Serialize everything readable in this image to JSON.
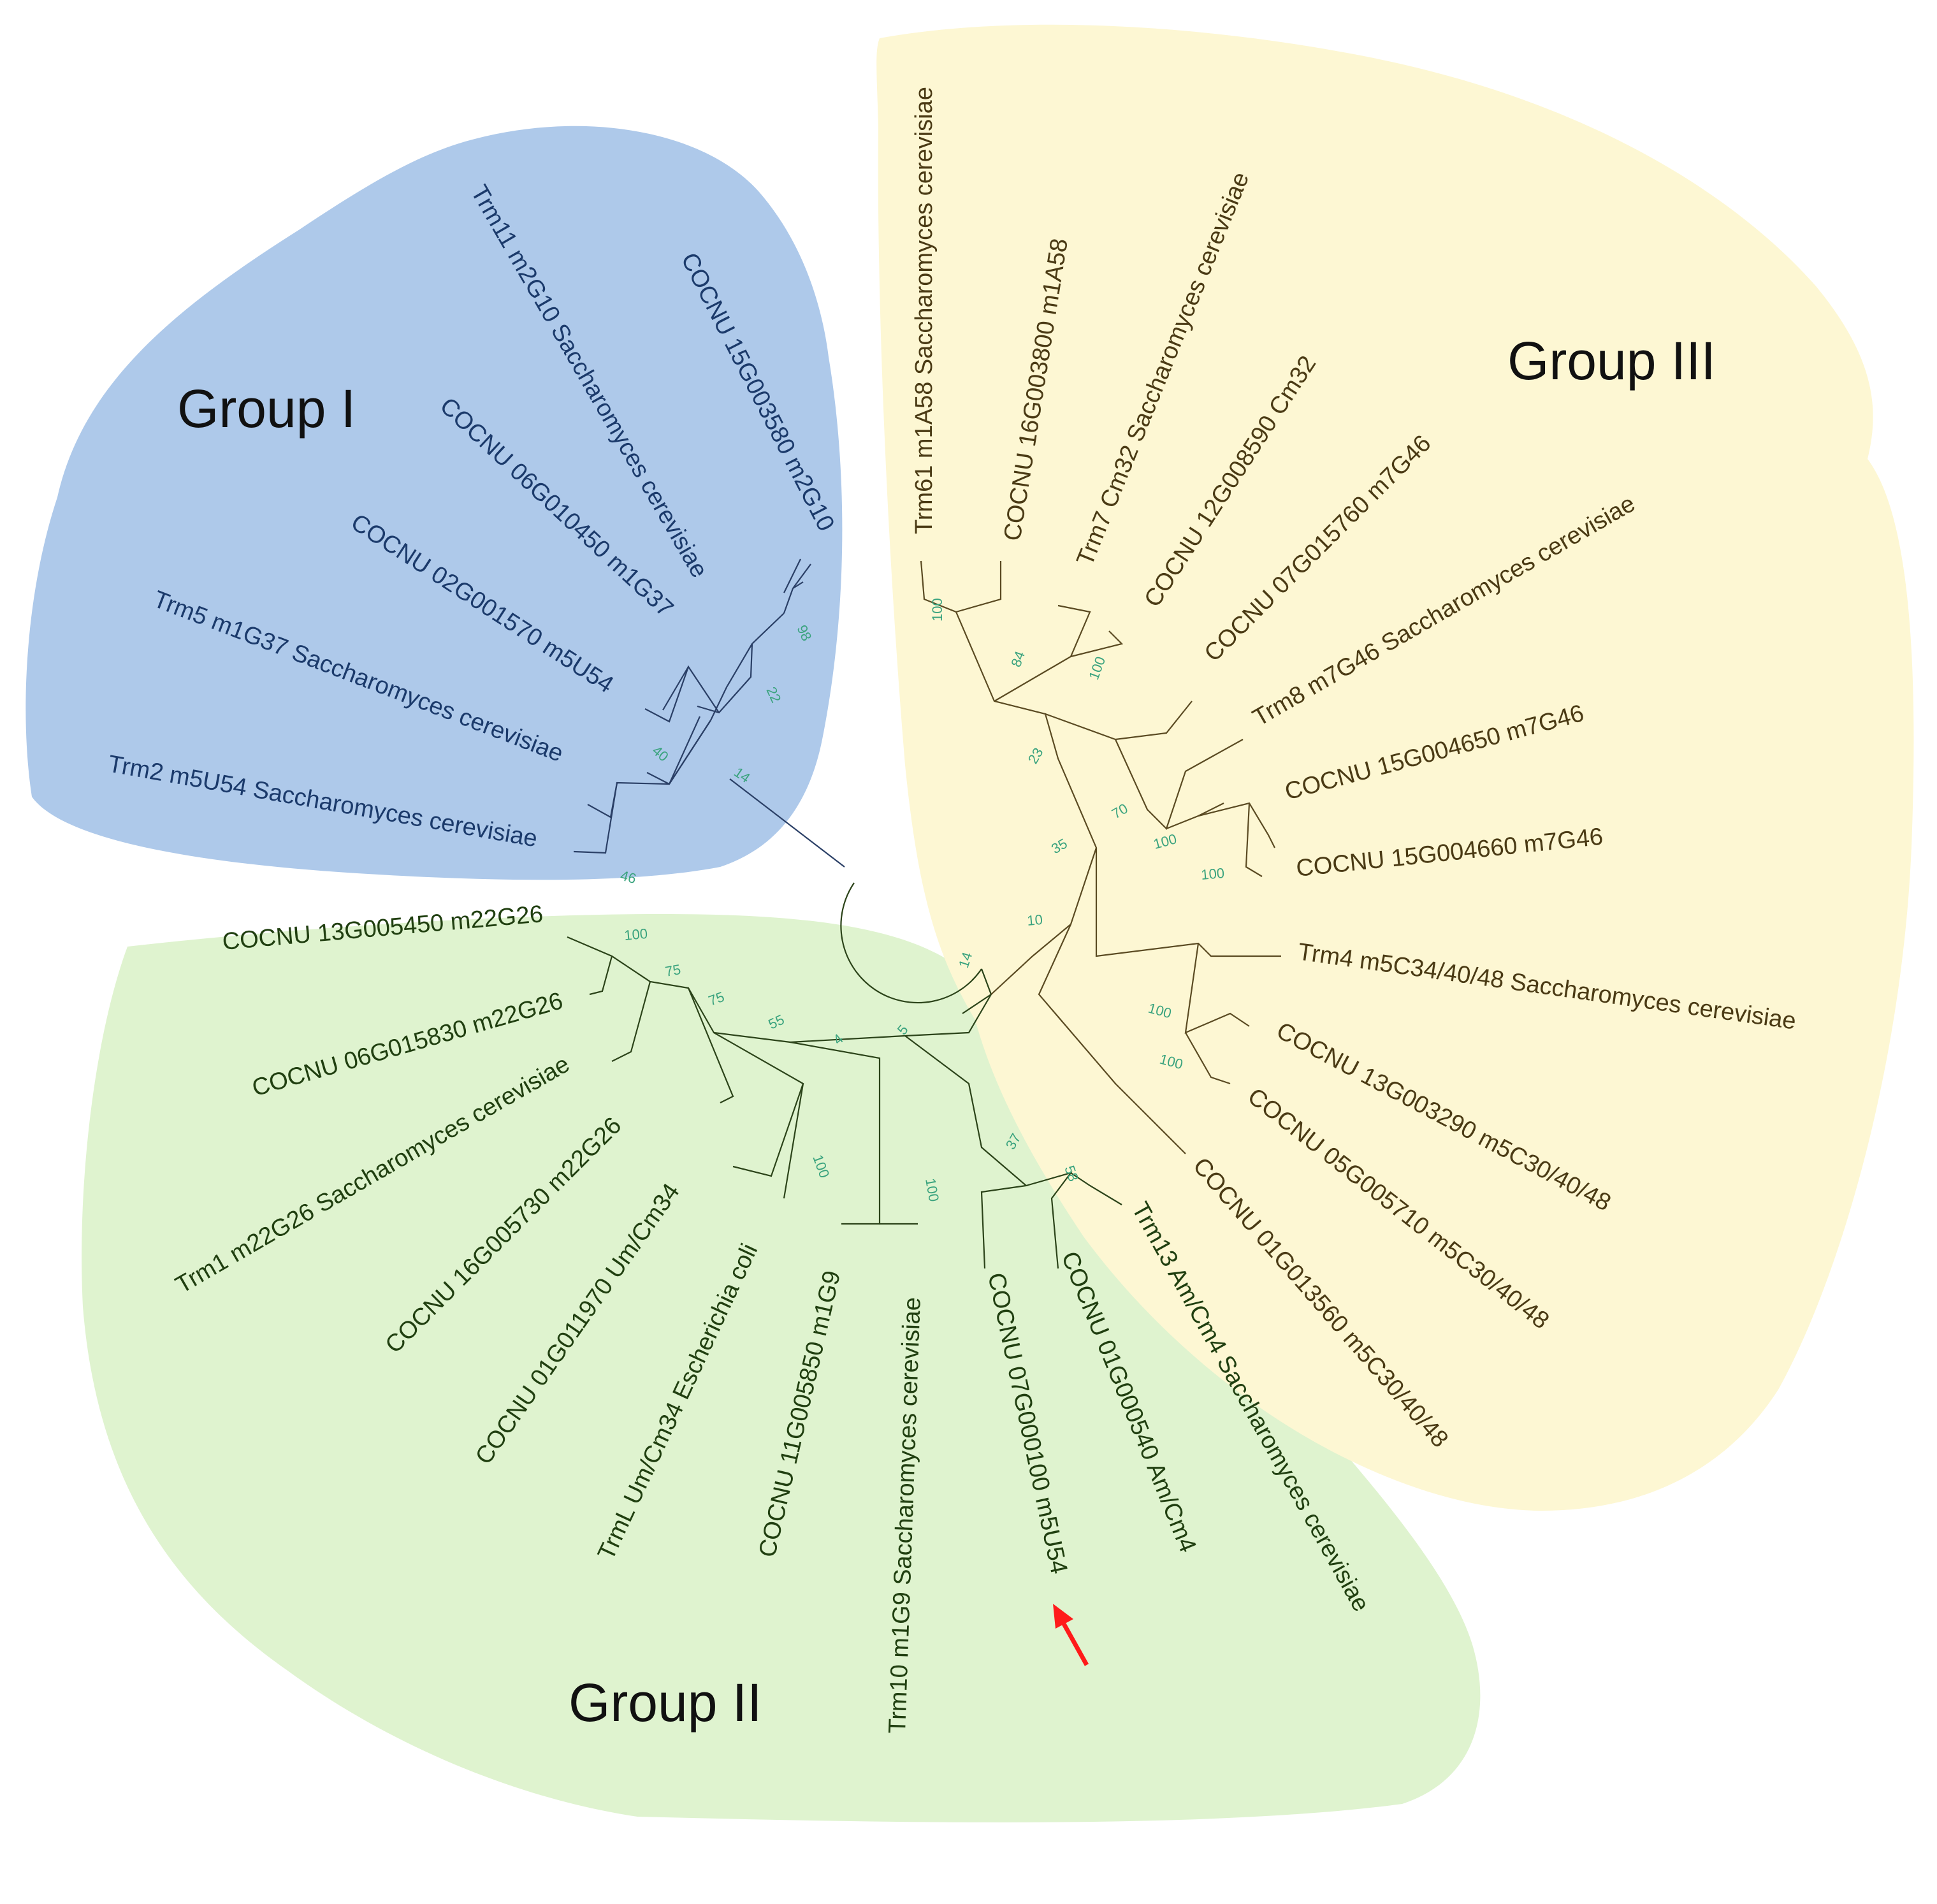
{
  "colors": {
    "group1_fill": "#aec9ea",
    "group2_fill": "#dff3cf",
    "group3_fill": "#fdf7d3",
    "group1_text": "#1b3a6b",
    "group2_text": "#203f10",
    "group3_text": "#4a3a14",
    "group1_branch": "#2a3f66",
    "group2_branch": "#2b4319",
    "group3_branch": "#5a4a22",
    "bootstrap": "#3aa37e",
    "arrow": "#ff1a1a"
  },
  "groups": [
    {
      "label": "Group I"
    },
    {
      "label": "Group II"
    },
    {
      "label": "Group III"
    }
  ],
  "leaves": [
    "COCNU 15G003580 m2G10",
    "Trm11 m2G10 Saccharomyces cerevisiae",
    "COCNU 06G010450 m1G37",
    "COCNU 02G001570 m5U54",
    "Trm5 m1G37 Saccharomyces cerevisiae",
    "Trm2 m5U54 Saccharomyces cerevisiae",
    "COCNU 13G005450 m22G26",
    "COCNU 06G015830 m22G26",
    "Trm1 m22G26 Saccharomyces cerevisiae",
    "COCNU 16G005730 m22G26",
    "COCNU 01G011970 Um/Cm34",
    "TrmL Um/Cm34 Escherichia coli",
    "COCNU 11G005850 m1G9",
    "Trm10 m1G9 Saccharomyces cerevisiae",
    "COCNU 07G000100 m5U54",
    "COCNU 01G000540 Am/Cm4",
    "Trm13 Am/Cm4 Saccharomyces cerevisiae",
    "Trm61 m1A58 Saccharomyces cerevisiae",
    "COCNU 16G003800 m1A58",
    "Trm7 Cm32 Saccharomyces cerevisiae",
    "COCNU 12G008590 Cm32",
    "COCNU 07G015760 m7G46",
    "Trm8 m7G46 Saccharomyces cerevisiae",
    "COCNU 15G004650 m7G46",
    "COCNU 15G004660 m7G46",
    "Trm4 m5C34/40/48 Saccharomyces cerevisiae",
    "COCNU 13G003290 m5C30/40/48",
    "COCNU 05G005710 m5C30/40/48",
    "COCNU 01G013560 m5C30/40/48"
  ],
  "bootstrap": [
    "98",
    "22",
    "40",
    "14",
    "46",
    "100",
    "75",
    "75",
    "55",
    "4",
    "5",
    "37",
    "58",
    "100",
    "100",
    "100",
    "84",
    "100",
    "23",
    "70",
    "100",
    "100",
    "35",
    "10",
    "14",
    "100",
    "100"
  ]
}
